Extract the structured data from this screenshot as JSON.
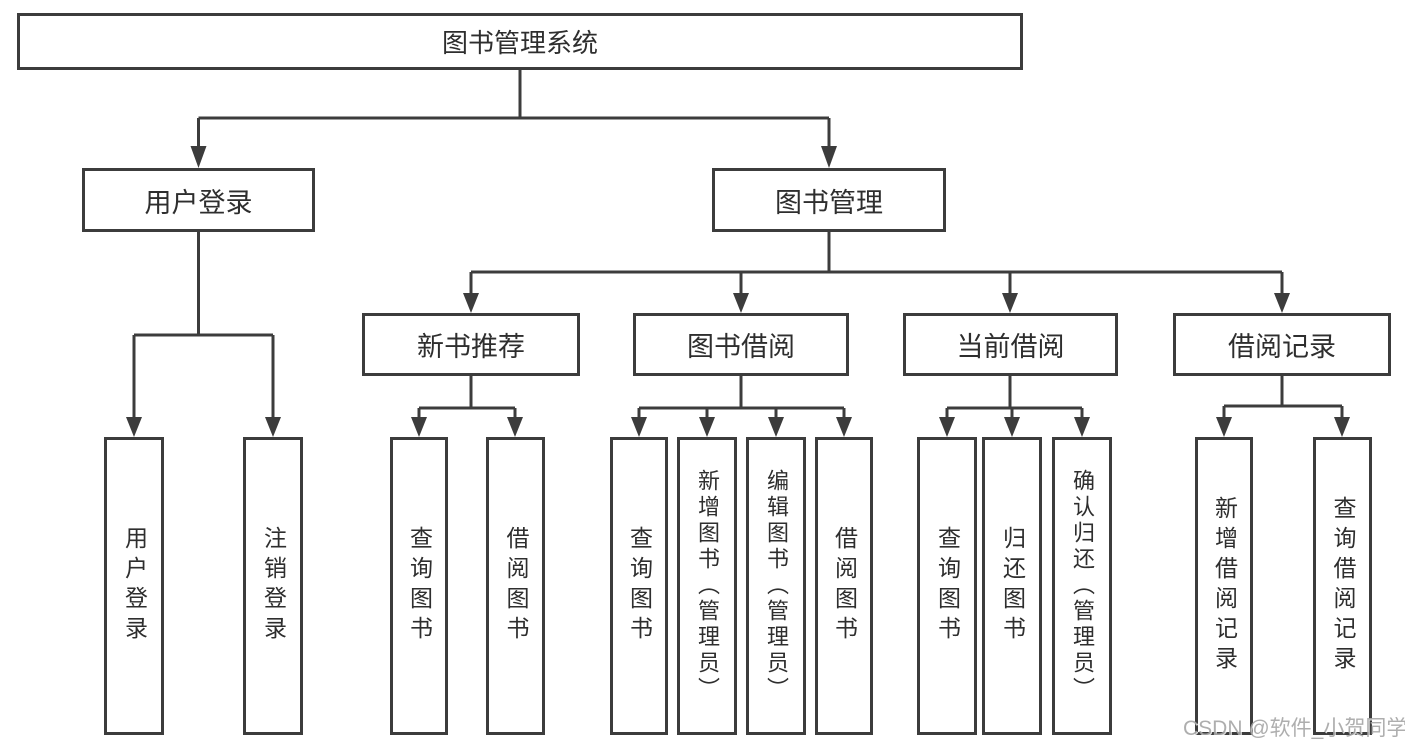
{
  "diagram": {
    "title": "图书管理系统",
    "branches": [
      {
        "label": "用户登录",
        "children": [
          {
            "label": "用户登录"
          },
          {
            "label": "注销登录"
          }
        ]
      },
      {
        "label": "图书管理",
        "children": [
          {
            "label": "新书推荐",
            "children": [
              {
                "label": "查询图书"
              },
              {
                "label": "借阅图书"
              }
            ]
          },
          {
            "label": "图书借阅",
            "children": [
              {
                "label": "查询图书"
              },
              {
                "label": "新增图书（管理员）"
              },
              {
                "label": "编辑图书（管理员）"
              },
              {
                "label": "借阅图书"
              }
            ]
          },
          {
            "label": "当前借阅",
            "children": [
              {
                "label": "查询图书"
              },
              {
                "label": "归还图书"
              },
              {
                "label": "确认归还（管理员）"
              }
            ]
          },
          {
            "label": "借阅记录",
            "children": [
              {
                "label": "新增借阅记录"
              },
              {
                "label": "查询借阅记录"
              }
            ]
          }
        ]
      }
    ]
  },
  "watermark": {
    "text": "CSDN @软件_小贺同学"
  },
  "colors": {
    "line": "#3c3c3c",
    "text": "#2e2e2e",
    "background": "#ffffff",
    "watermark": "#a6a6a6"
  }
}
